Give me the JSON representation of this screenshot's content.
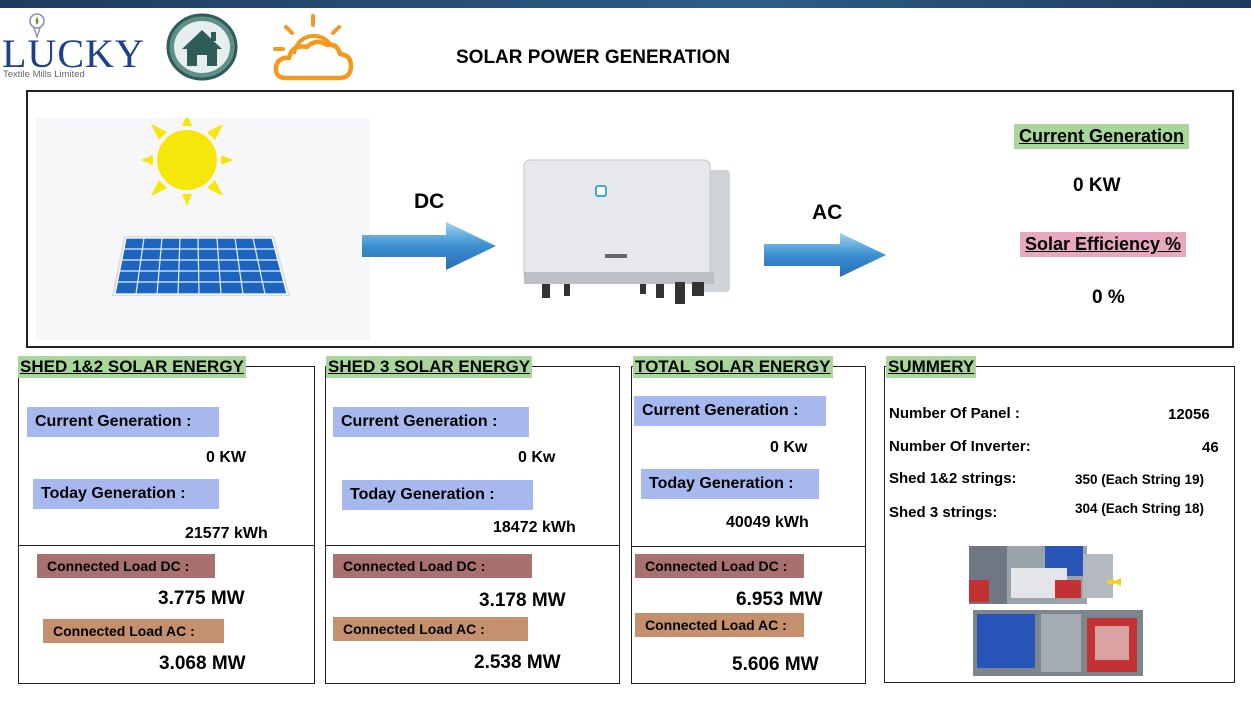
{
  "header": {
    "logo_name": "LUCKY",
    "logo_subtitle": "Textile Mills Limited",
    "title": "SOLAR POWER GENERATION",
    "home_icon": "home-icon",
    "weather_icon": "partly-sunny-icon"
  },
  "flow": {
    "dc_label": "DC",
    "ac_label": "AC",
    "current_generation_label": "Current Generation",
    "current_generation_value": "0 KW",
    "efficiency_label": "Solar Efficiency %",
    "efficiency_value": "0 %"
  },
  "shed12": {
    "title": "SHED 1&2 SOLAR ENERGY",
    "current_label": "Current Generation :",
    "current_value": "0 KW",
    "today_label": "Today Generation :",
    "today_value": "21577 kWh",
    "load_dc_label": "Connected Load DC :",
    "load_dc_value": "3.775 MW",
    "load_ac_label": "Connected Load AC :",
    "load_ac_value": "3.068 MW"
  },
  "shed3": {
    "title": "SHED 3 SOLAR ENERGY",
    "current_label": "Current Generation :",
    "current_value": "0 Kw",
    "today_label": "Today Generation :",
    "today_value": "18472 kWh",
    "load_dc_label": "Connected Load DC :",
    "load_dc_value": "3.178 MW",
    "load_ac_label": "Connected Load AC :",
    "load_ac_value": "2.538 MW"
  },
  "total": {
    "title": "TOTAL SOLAR ENERGY",
    "current_label": "Current Generation :",
    "current_value": "0 Kw",
    "today_label": "Today Generation :",
    "today_value": "40049 kWh",
    "load_dc_label": "Connected Load DC :",
    "load_dc_value": "6.953 MW",
    "load_ac_label": "Connected Load AC :",
    "load_ac_value": "5.606 MW"
  },
  "summary": {
    "title": "SUMMERY",
    "rows": [
      {
        "label": "Number Of Panel :",
        "value": "12056"
      },
      {
        "label": "Number Of Inverter:",
        "value": "46"
      },
      {
        "label": "Shed 1&2 strings:",
        "value": "350 (Each String 19)"
      },
      {
        "label": "Shed 3 strings:",
        "value": "304 (Each String 18)"
      }
    ]
  },
  "colors": {
    "green_label": "#a9d69a",
    "pink_label": "#e6a9bf",
    "blue_label": "#a6b8ee",
    "rose_label": "#a97070",
    "tan_label": "#c4906e",
    "arrow_blue": "#3a8fd0"
  }
}
